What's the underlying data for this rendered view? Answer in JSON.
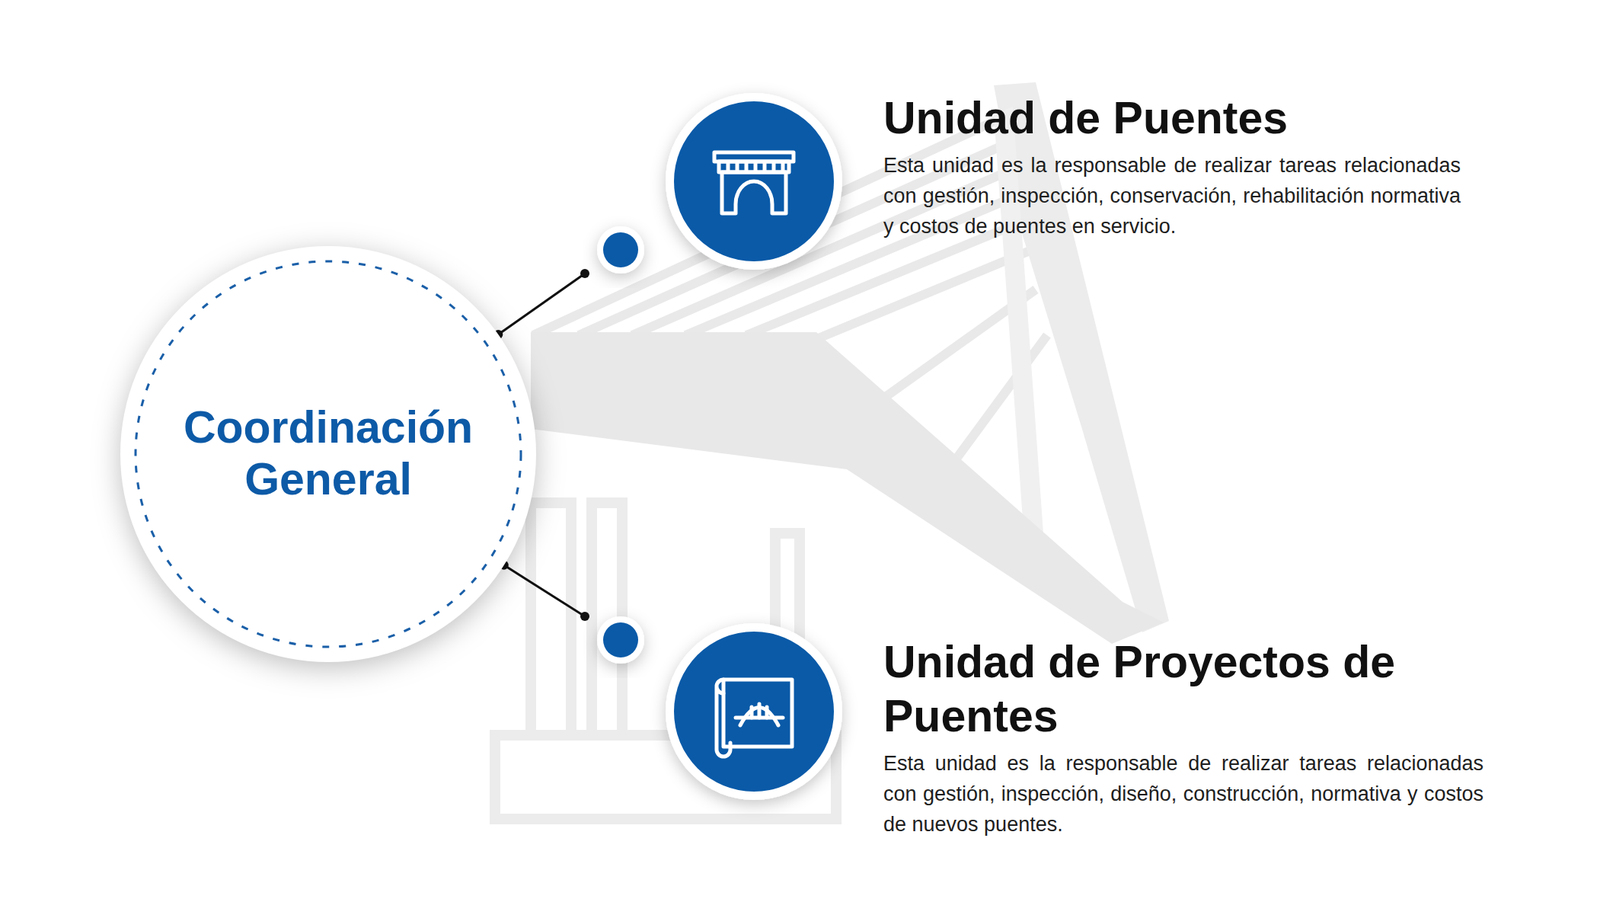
{
  "diagram": {
    "nodes": [
      {
        "text": [
          "Coordinación General"
        ]
      },
      {
        "text": [
          "Unidad de Puentes",
          "Esta unidad es la responsable de realizar tareas relacionadas con gestión, inspección, conservación, rehabilitación normativa y costos de puentes en servicio."
        ]
      },
      {
        "text": [
          "Unidad de Proyectos de Puentes",
          "Esta unidad es la responsable de realizar tareas relacionadas con gestión, inspección, diseño, construcción, normativa y costos de nuevos puentes."
        ]
      }
    ],
    "edges": [
      {
        "from": 0,
        "to": 1,
        "arrow": "none"
      },
      {
        "from": 0,
        "to": 2,
        "arrow": "none"
      }
    ]
  }
}
